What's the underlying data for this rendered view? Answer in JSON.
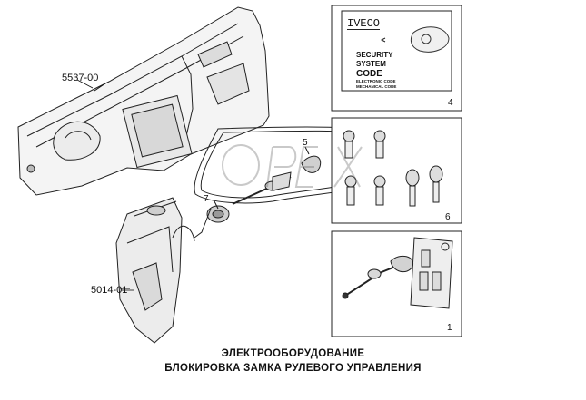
{
  "labels": {
    "dashboard_part": "5537-00",
    "column_part": "5014-01",
    "callout_5": "5",
    "callout_7": "7",
    "box_4": "4",
    "box_6": "6",
    "box_1": "1"
  },
  "code_card": {
    "brand": "IVECO",
    "line1": "SECURITY",
    "line2": "SYSTEM",
    "line3": "CODE",
    "line4": "ELECTRONIC CODE",
    "line5": "MECHANICAL CODE"
  },
  "watermark": "OPEX",
  "caption": {
    "line1": "ЭЛЕКТРООБОРУДОВАНИЕ",
    "line2": "БЛОКИРОВКА ЗАМКА РУЛЕВОГО УПРАВЛЕНИЯ"
  }
}
